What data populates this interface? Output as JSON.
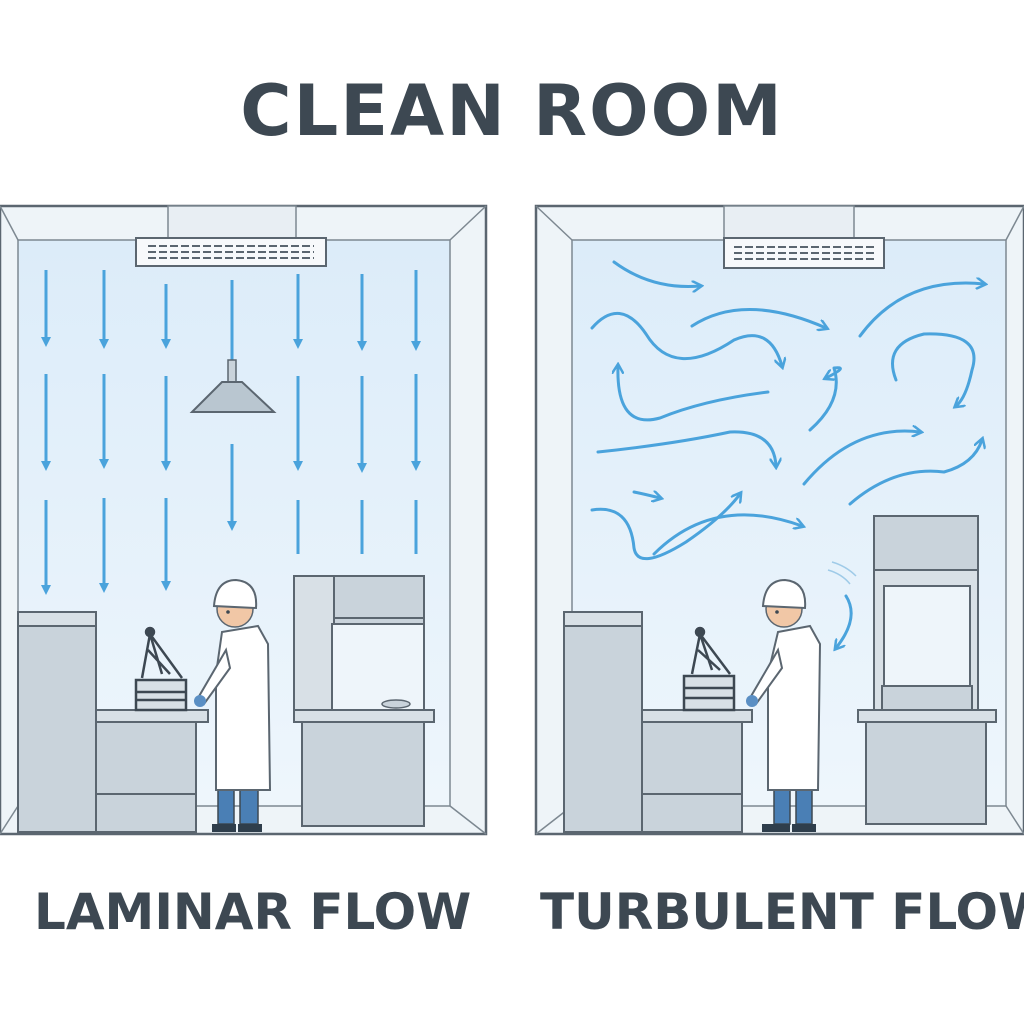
{
  "title": "CLEAN ROOM",
  "panels": [
    {
      "id": "laminar",
      "caption": "LAMINAR FLOW",
      "airflow": "laminar"
    },
    {
      "id": "turbulent",
      "caption": "TURBULENT FLOW",
      "airflow": "turbulent"
    }
  ],
  "colors": {
    "text": "#3d4852",
    "air_arrow": "#4aa3dc",
    "room_fill": "#e4f1fb",
    "wall_outline": "#5b6670",
    "equipment": "#c9d3db",
    "lab_coat": "#ffffff",
    "trousers": "#4a7fb5"
  }
}
